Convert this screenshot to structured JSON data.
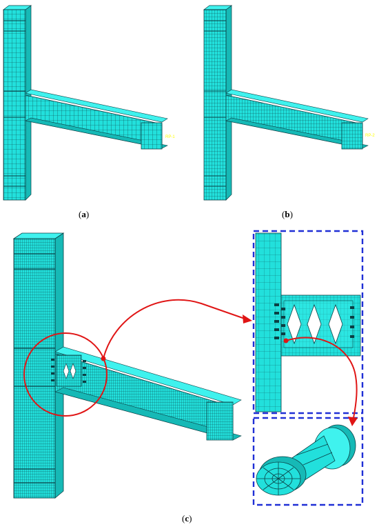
{
  "captions": {
    "a": "a",
    "b": "b",
    "c": "c"
  },
  "colors": {
    "mesh_fill": "#22e0dc",
    "mesh_face_light": "#3ff2ee",
    "mesh_face_dark": "#16b9b6",
    "mesh_line": "#0b3f44",
    "callout_red": "#e01515",
    "frame_blue": "#1f2fd6",
    "tag_yellow": "#ffff00"
  },
  "icons": {
    "arrow": "red-arrowhead",
    "bolt_detail": "bolt-mesh"
  }
}
